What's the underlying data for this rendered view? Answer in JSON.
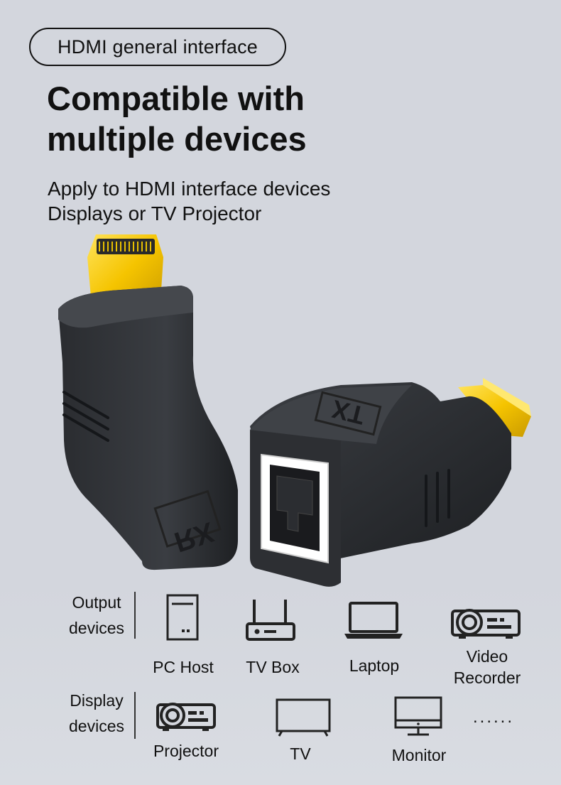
{
  "badge": "HDMI general interface",
  "headline": {
    "line1": "Compatible with",
    "line2": "multiple devices"
  },
  "subtitle": {
    "line1": "Apply to HDMI interface devices",
    "line2": "Displays or TV Projector"
  },
  "product": {
    "rx_label": "RX",
    "tx_label": "TX"
  },
  "output_devices": {
    "label_line1": "Output",
    "label_line2": "devices",
    "items": [
      {
        "icon": "pc-host-icon",
        "label": "PC Host"
      },
      {
        "icon": "tv-box-icon",
        "label": "TV Box"
      },
      {
        "icon": "laptop-icon",
        "label": "Laptop"
      },
      {
        "icon": "projector-icon",
        "label_line1": "Video",
        "label_line2": "Recorder"
      }
    ]
  },
  "display_devices": {
    "label_line1": "Display",
    "label_line2": "devices",
    "items": [
      {
        "icon": "projector-icon",
        "label": "Projector"
      },
      {
        "icon": "tv-icon",
        "label": "TV"
      },
      {
        "icon": "monitor-icon",
        "label": "Monitor"
      }
    ],
    "more": "......"
  }
}
